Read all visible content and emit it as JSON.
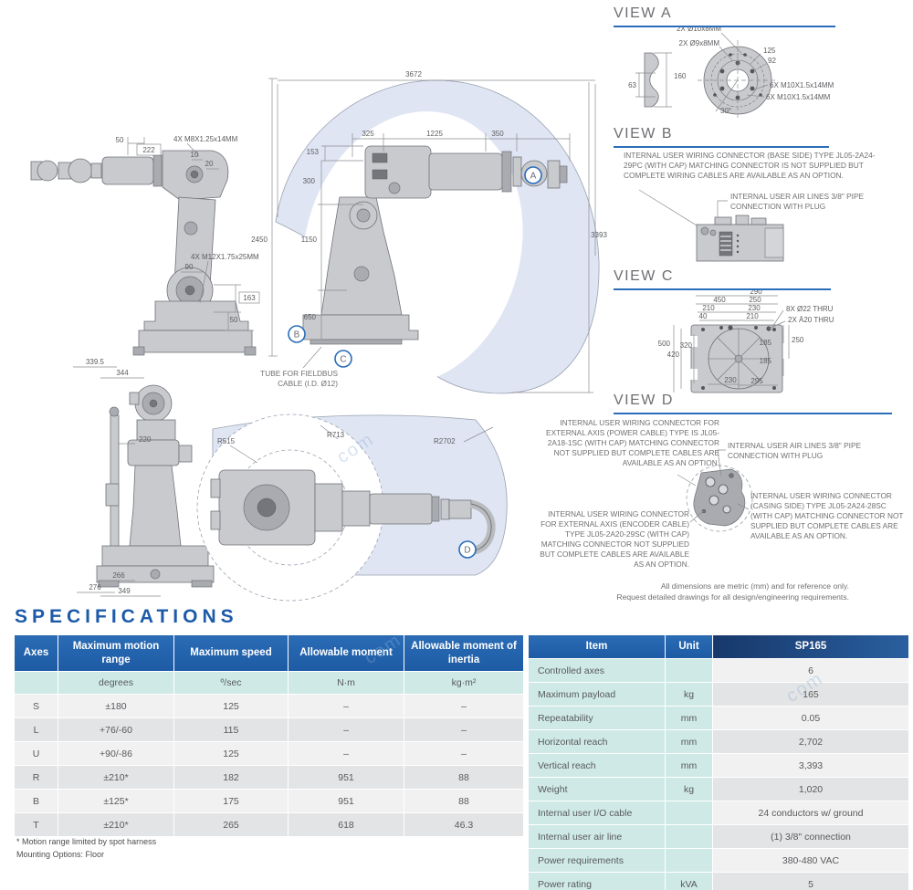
{
  "callouts": {
    "a": "A",
    "b": "B",
    "c": "C",
    "d": "D"
  },
  "main_drawing": {
    "side": {
      "dims": [
        "50",
        "222",
        "4X M8X1.25x14MM",
        "10",
        "20",
        "2450",
        "4X M12X1.75x25MM",
        "90",
        "163",
        "50"
      ]
    },
    "envelope": {
      "dims": [
        "3672",
        "325",
        "1225",
        "350",
        "153",
        "300",
        "1150",
        "650",
        "3393"
      ],
      "tube_note": [
        "TUBE FOR FIELDBUS",
        "CABLE (I.D. Ø12)"
      ]
    },
    "rear": {
      "dims": [
        "339.5",
        "344",
        "220",
        "266",
        "276",
        "349"
      ]
    },
    "top": {
      "radii": [
        "R515",
        "R713",
        "R2702"
      ]
    }
  },
  "view_a": {
    "title": "VIEW A",
    "labels": [
      "2X Ø10x8MM",
      "2X Ø9x8MM",
      "125",
      "92",
      "160",
      "63",
      "6X M10X1.5x14MM",
      "6X M10X1.5x14MM",
      "30°"
    ]
  },
  "view_b": {
    "title": "VIEW B",
    "wiring_note": "INTERNAL USER WIRING CONNECTOR (BASE SIDE) TYPE JL05-2A24-29PC (WITH CAP) MATCHING CONNECTOR IS NOT SUPPLIED BUT COMPLETE WIRING CABLES ARE AVAILABLE AS AN OPTION.",
    "air_note": "INTERNAL USER AIR LINES 3/8\" PIPE CONNECTION WITH PLUG"
  },
  "view_c": {
    "title": "VIEW C",
    "labels": [
      "290",
      "250",
      "230",
      "210",
      "450",
      "210",
      "40",
      "8X Ø22 THRU",
      "2X Ā20 THRU",
      "500",
      "320",
      "420",
      "250",
      "185",
      "185",
      "230",
      "295"
    ]
  },
  "view_d": {
    "title": "VIEW D",
    "power_note": "INTERNAL USER WIRING CONNECTOR FOR EXTERNAL AXIS (POWER CABLE) TYPE IS JL05-2A18-1SC (WITH CAP) MATCHING CONNECTOR NOT SUPPLIED BUT COMPLETE CABLES ARE AVAILABLE AS AN OPTION.",
    "air_note": "INTERNAL USER AIR LINES 3/8\" PIPE CONNECTION WITH PLUG",
    "casing_note": "INTERNAL USER WIRING CONNECTOR (CASING SIDE) TYPE JL05-2A24-28SC (WITH CAP) MATCHING CONNECTOR NOT SUPPLIED BUT COMPLETE CABLES ARE AVAILABLE AS AN OPTION.",
    "encoder_note": "INTERNAL USER WIRING CONNECTOR FOR EXTERNAL AXIS (ENCODER CABLE) TYPE JL05-2A20-29SC (WITH CAP) MATCHING CONNECTOR NOT SUPPLIED BUT COMPLETE CABLES ARE AVAILABLE AS AN OPTION."
  },
  "footer": {
    "line1": "All dimensions are metric (mm) and for reference only.",
    "line2": "Request detailed drawings for all design/engineering requirements."
  },
  "specifications": {
    "title": "SPECIFICATIONS",
    "motion_table": {
      "headers": [
        "Axes",
        "Maximum motion range",
        "Maximum speed",
        "Allowable moment",
        "Allowable moment of inertia"
      ],
      "units": [
        "",
        "degrees",
        "º/sec",
        "N·m",
        "kg·m²"
      ],
      "rows": [
        [
          "S",
          "±180",
          "125",
          "–",
          "–"
        ],
        [
          "L",
          "+76/-60",
          "115",
          "–",
          "–"
        ],
        [
          "U",
          "+90/-86",
          "125",
          "–",
          "–"
        ],
        [
          "R",
          "±210*",
          "182",
          "951",
          "88"
        ],
        [
          "B",
          "±125*",
          "175",
          "951",
          "88"
        ],
        [
          "T",
          "±210*",
          "265",
          "618",
          "46.3"
        ]
      ]
    },
    "footnotes": [
      "* Motion range limited by spot harness",
      "Mounting Options: Floor"
    ],
    "general_table": {
      "headers": [
        "Item",
        "Unit",
        "SP165"
      ],
      "rows": [
        [
          "Controlled axes",
          "",
          "6"
        ],
        [
          "Maximum payload",
          "kg",
          "165"
        ],
        [
          "Repeatability",
          "mm",
          "0.05"
        ],
        [
          "Horizontal reach",
          "mm",
          "2,702"
        ],
        [
          "Vertical reach",
          "mm",
          "3,393"
        ],
        [
          "Weight",
          "kg",
          "1,020"
        ],
        [
          "Internal user I/O cable",
          "",
          "24 conductors w/ ground"
        ],
        [
          "Internal user air line",
          "",
          "(1) 3/8\" connection"
        ],
        [
          "Power requirements",
          "",
          "380-480 VAC"
        ],
        [
          "Power rating",
          "kVA",
          "5"
        ]
      ]
    }
  },
  "watermark": "com"
}
